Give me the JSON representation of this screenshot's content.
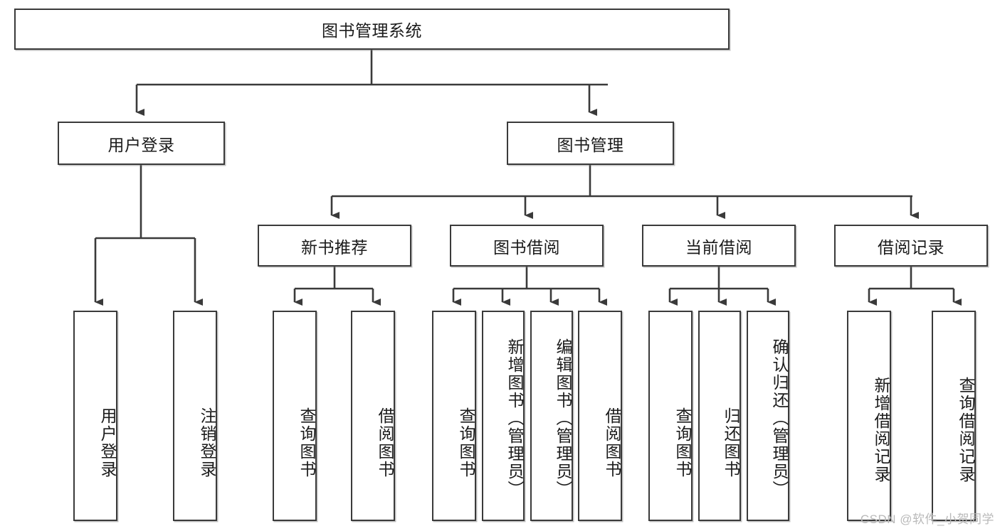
{
  "diagram": {
    "type": "tree-hierarchy",
    "title": "图书管理系统",
    "root": {
      "id": "root",
      "label": "图书管理系统",
      "orientation": "horizontal"
    },
    "level2": [
      {
        "id": "user-login",
        "label": "用户登录",
        "orientation": "horizontal"
      },
      {
        "id": "book-management",
        "label": "图书管理",
        "orientation": "horizontal"
      }
    ],
    "level3": [
      {
        "id": "new-book-recommend",
        "label": "新书推荐",
        "orientation": "horizontal",
        "parent": "book-management"
      },
      {
        "id": "book-borrow",
        "label": "图书借阅",
        "orientation": "horizontal",
        "parent": "book-management"
      },
      {
        "id": "current-borrow",
        "label": "当前借阅",
        "orientation": "horizontal",
        "parent": "book-management"
      },
      {
        "id": "borrow-record",
        "label": "借阅记录",
        "orientation": "horizontal",
        "parent": "book-management"
      }
    ],
    "leaves": [
      {
        "id": "leaf-user-login",
        "label": "用户登录",
        "orientation": "vertical",
        "parent": "user-login"
      },
      {
        "id": "leaf-user-logout",
        "label": "注销登录",
        "orientation": "vertical",
        "parent": "user-login"
      },
      {
        "id": "leaf-query-book-1",
        "label": "查询图书",
        "orientation": "vertical",
        "parent": "new-book-recommend"
      },
      {
        "id": "leaf-borrow-book-1",
        "label": "借阅图书",
        "orientation": "vertical",
        "parent": "new-book-recommend"
      },
      {
        "id": "leaf-query-book-2",
        "label": "查询图书",
        "orientation": "vertical",
        "parent": "book-borrow"
      },
      {
        "id": "leaf-add-book",
        "label": "新增图书（管理员）",
        "orientation": "vertical",
        "parent": "book-borrow"
      },
      {
        "id": "leaf-edit-book",
        "label": "编辑图书（管理员）",
        "orientation": "vertical",
        "parent": "book-borrow"
      },
      {
        "id": "leaf-borrow-book-2",
        "label": "借阅图书",
        "orientation": "vertical",
        "parent": "book-borrow"
      },
      {
        "id": "leaf-query-book-3",
        "label": "查询图书",
        "orientation": "vertical",
        "parent": "current-borrow"
      },
      {
        "id": "leaf-return-book",
        "label": "归还图书",
        "orientation": "vertical",
        "parent": "current-borrow"
      },
      {
        "id": "leaf-confirm-return",
        "label": "确认归还（管理员）",
        "orientation": "vertical",
        "parent": "current-borrow"
      },
      {
        "id": "leaf-add-record",
        "label": "新增借阅记录",
        "orientation": "vertical",
        "parent": "borrow-record"
      },
      {
        "id": "leaf-query-record",
        "label": "查询借阅记录",
        "orientation": "vertical",
        "parent": "borrow-record"
      }
    ],
    "colors": {
      "stroke": "#3a3a3a",
      "fill": "#ffffff",
      "text": "#1b1b1b",
      "watermark": "#b9b9b9"
    }
  },
  "watermark": {
    "text": "CSDN @软件_小贺同学"
  }
}
